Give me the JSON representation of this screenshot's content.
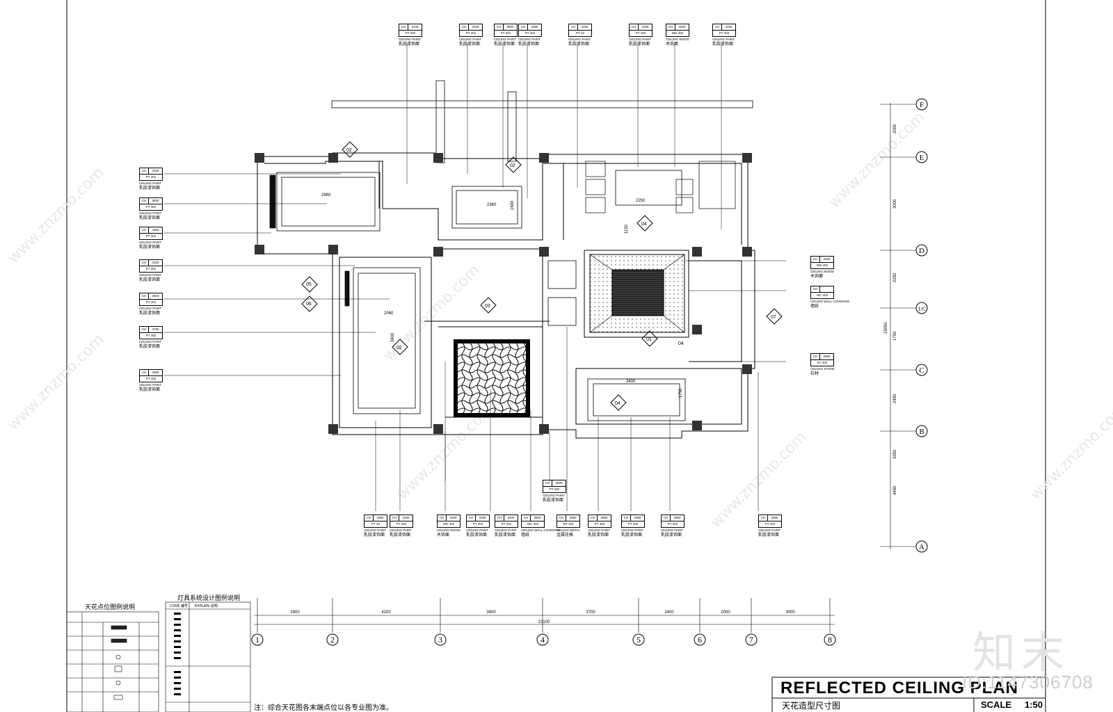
{
  "title_block": {
    "title_en": "REFLECTED CEILING PLAN",
    "title_cn": "天花造型尺寸图",
    "scale_label": "SCALE",
    "scale_value": "1:50"
  },
  "watermark": {
    "id_text": "ID:1147306708",
    "brand": "知末",
    "url": "www.znzmo.com"
  },
  "legends": {
    "ceiling_points_title": "天花点位图例说明",
    "lighting_title": "灯具系统设计图例说明",
    "lighting_col_code": "CODE 编号",
    "lighting_col_explain": "EXPLAIN 说明",
    "note": "注：综合天花图各末端点位以各专业图为准。"
  },
  "grid_columns": [
    "1",
    "2",
    "3",
    "4",
    "5",
    "6",
    "7",
    "8"
  ],
  "grid_rows": [
    "F",
    "E",
    "D",
    "1/C",
    "C",
    "B",
    "A"
  ],
  "column_dims": [
    "2900",
    "4200",
    "3900",
    "3700",
    "2400",
    "2000",
    "3000"
  ],
  "total_dim": "22100",
  "row_dims": [
    "2000",
    "3000",
    "2250",
    "1750",
    "2450",
    "3350",
    "4450"
  ],
  "row_dim_total": "15050",
  "tags_top": [
    {
      "ch": "3100",
      "code": "PT 402",
      "en": "CEILING PAINT",
      "cn": "乳胶漆饰面"
    },
    {
      "ch": "3100",
      "code": "PT 401",
      "en": "CEILING PAINT",
      "cn": "乳胶漆饰面"
    },
    {
      "ch": "3500",
      "code": "PT 401",
      "en": "CEILING PAINT",
      "cn": "乳胶漆饰面"
    },
    {
      "ch": "3350",
      "code": "PT 402",
      "en": "CEILING PAINT",
      "cn": "乳胶漆饰面"
    },
    {
      "ch": "3100",
      "code": "PT 22",
      "en": "CEILING PAINT",
      "cn": "乳胶漆饰面"
    },
    {
      "ch": "3150",
      "code": "PT 402",
      "en": "CEILING PAINT",
      "cn": "乳胶漆饰面"
    },
    {
      "ch": "4200",
      "code": "WD 402",
      "en": "CEILING WOOD",
      "cn": "木饰面"
    },
    {
      "ch": "3100",
      "code": "PT 402",
      "en": "CEILING PAINT",
      "cn": "乳胶漆饰面"
    }
  ],
  "tags_left": [
    {
      "ch": "3100",
      "code": "PT 401",
      "en": "CEILING PAINT",
      "cn": "乳胶漆饰面"
    },
    {
      "ch": "3500",
      "code": "PT 401",
      "en": "CEILING PAINT",
      "cn": "乳胶漆饰面"
    },
    {
      "ch": "3350",
      "code": "PT 401",
      "en": "CEILING PAINT",
      "cn": "乳胶漆饰面"
    },
    {
      "ch": "3100",
      "code": "PT 401",
      "en": "CEILING PAINT",
      "cn": "乳胶漆饰面"
    },
    {
      "ch": "3500",
      "code": "PT 401",
      "en": "CEILING PAINT",
      "cn": "乳胶漆饰面"
    },
    {
      "ch": "3700",
      "code": "PT 402",
      "en": "CEILING PAINT",
      "cn": "乳胶漆饰面"
    },
    {
      "ch": "3350",
      "code": "PT 402",
      "en": "CEILING PAINT",
      "cn": "乳胶漆饰面"
    }
  ],
  "tags_right": [
    {
      "ch": "3100",
      "code": "WD 402",
      "en": "CEILING WOOD",
      "cn": "木饰面"
    },
    {
      "ch": "",
      "code": "WC 402",
      "en": "CEILING WALL COVERING",
      "cn": "墙纸"
    },
    {
      "ch": "2600",
      "code": "ST 402",
      "en": "CEILING STONE",
      "cn": "石材"
    }
  ],
  "tags_bottom": [
    {
      "ch": "2350",
      "code": "PT 40",
      "en": "CEILING PAINT",
      "cn": "乳胶漆饰面"
    },
    {
      "ch": "3150",
      "code": "PT 401",
      "en": "CEILING PAINT",
      "cn": "乳胶漆饰面"
    },
    {
      "ch": "3100",
      "code": "WD 402",
      "en": "CEILING WOOD",
      "cn": "木饰面"
    },
    {
      "ch": "3150",
      "code": "PT 401",
      "en": "CEILING PAINT",
      "cn": "乳胶漆饰面"
    },
    {
      "ch": "3100",
      "code": "PT 401",
      "en": "CEILING PAINT",
      "cn": "乳胶漆饰面"
    },
    {
      "ch": "3500",
      "code": "WC 402",
      "en": "CEILING WALL COVERING",
      "cn": "墙纸"
    },
    {
      "ch": "2600",
      "code": "PT 402",
      "en": "CEILING PAINT",
      "cn": "乳胶漆饰面"
    },
    {
      "ch": "3350",
      "code": "MT 402",
      "en": "CEILING METAL",
      "cn": "金属花格"
    },
    {
      "ch": "2850",
      "code": "PT 402",
      "en": "CEILING PAINT",
      "cn": "乳胶漆饰面"
    },
    {
      "ch": "3350",
      "code": "PT 402",
      "en": "CEILING PAINT",
      "cn": "乳胶漆饰面"
    },
    {
      "ch": "3350",
      "code": "PT 402",
      "en": "CEILING PAINT",
      "cn": "乳胶漆饰面"
    },
    {
      "ch": "3350",
      "code": "PT 402",
      "en": "CEILING PAINT",
      "cn": "乳胶漆饰面"
    }
  ],
  "room_dims": [
    "2960",
    "2360",
    "2250",
    "2060",
    "3400",
    "3400",
    "1750",
    "1600",
    "1150"
  ],
  "section_marks": [
    "02",
    "02",
    "04",
    "05",
    "06",
    "03",
    "02",
    "07",
    "04",
    "01",
    "04"
  ]
}
